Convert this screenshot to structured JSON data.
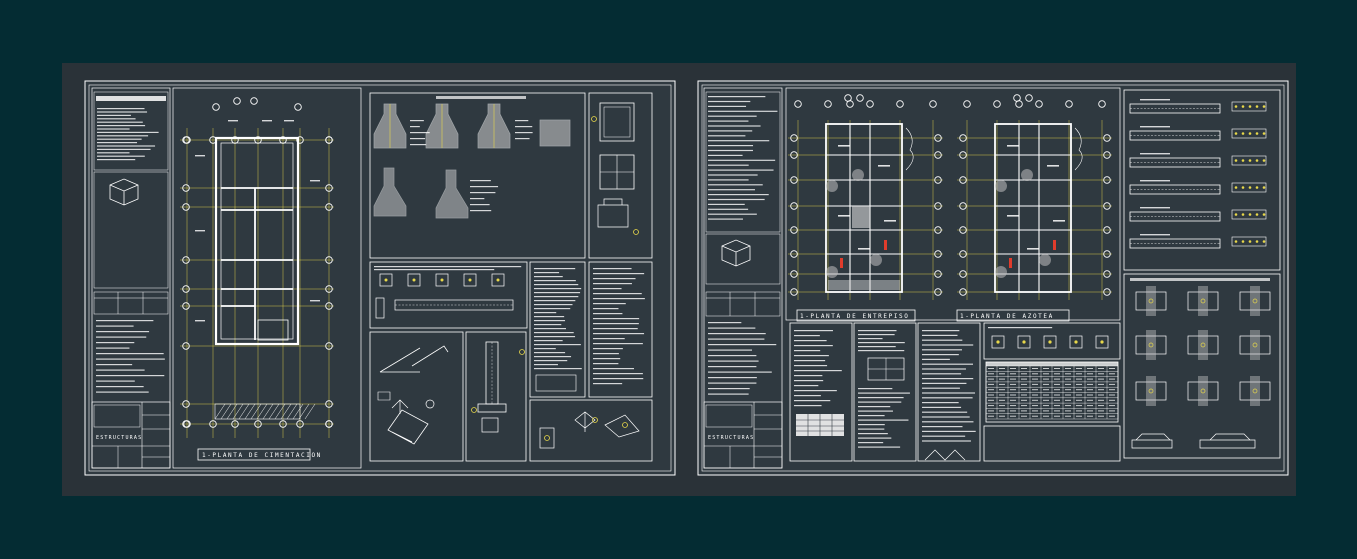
{
  "colors": {
    "background": "#042c33",
    "model_space": "#2a3238",
    "linework": "#ffffff",
    "grid_axis": "#e8d84a",
    "hatch": "#cfcfcf",
    "accent_red": "#e03c2c"
  },
  "sheet_1": {
    "plan_title": "1-PLANTA DE CIMENTACION",
    "title_block_label": "ESTRUCTURAS"
  },
  "sheet_2": {
    "plan_title_left": "1-PLANTA DE ENTREPISO",
    "plan_title_right": "1-PLANTA DE AZOTEA",
    "title_block_label": "ESTRUCTURAS"
  }
}
